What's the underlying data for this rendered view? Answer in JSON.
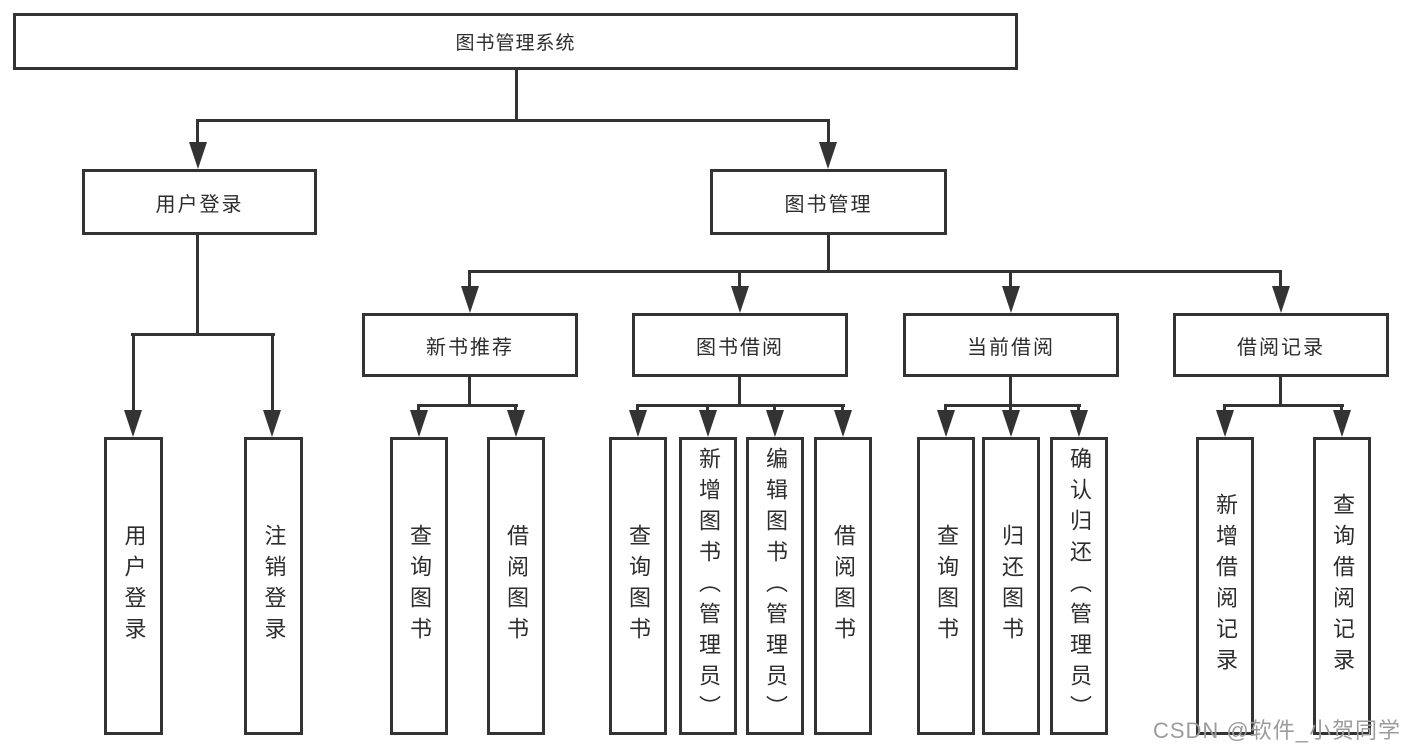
{
  "colors": {
    "line": "#333333",
    "text": "#2d2d2d",
    "watermark": "#9c9c9c",
    "background": "#ffffff"
  },
  "diagram": {
    "root": {
      "label": "图书管理系统"
    },
    "level2": [
      {
        "label": "用户登录"
      },
      {
        "label": "图书管理"
      }
    ],
    "level3": [
      {
        "label": "新书推荐"
      },
      {
        "label": "图书借阅"
      },
      {
        "label": "当前借阅"
      },
      {
        "label": "借阅记录"
      }
    ],
    "leaves": {
      "user_login": [
        "用户登录",
        "注销登录"
      ],
      "new_book": [
        "查询图书",
        "借阅图书"
      ],
      "book_borrow": [
        "查询图书",
        "新增图书（管理员）",
        "编辑图书（管理员）",
        "借阅图书"
      ],
      "current_borrow": [
        "查询图书",
        "归还图书",
        "确认归还（管理员）"
      ],
      "borrow_records": [
        "新增借阅记录",
        "查询借阅记录"
      ]
    }
  },
  "watermark": {
    "text": "CSDN @软件_小贺同学"
  }
}
